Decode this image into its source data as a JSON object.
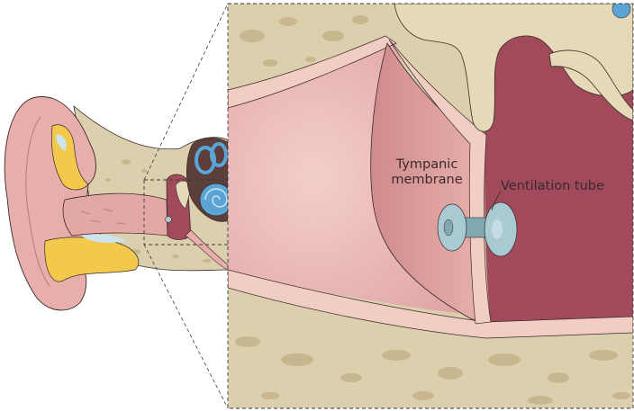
{
  "labels": {
    "tympanic_line1": "Tympanic",
    "tympanic_line2": "membrane",
    "ventilation_tube": "Ventilation tube"
  },
  "colors": {
    "bone": "#dccfae",
    "bone_dark": "#c9b995",
    "bone_spot": "#c8b68f",
    "canal_pink": "#e5aeae",
    "canal_light": "#f2cdc4",
    "skin": "#e8aeac",
    "middle_ear": "#a04a5c",
    "middle_ear_light": "#b86174",
    "tube": "#a9cad2",
    "tube_dark": "#7fa8b2",
    "cochlea": "#5aa5d6",
    "cartilage": "#f2c94c",
    "outline": "#3a2a2a"
  }
}
